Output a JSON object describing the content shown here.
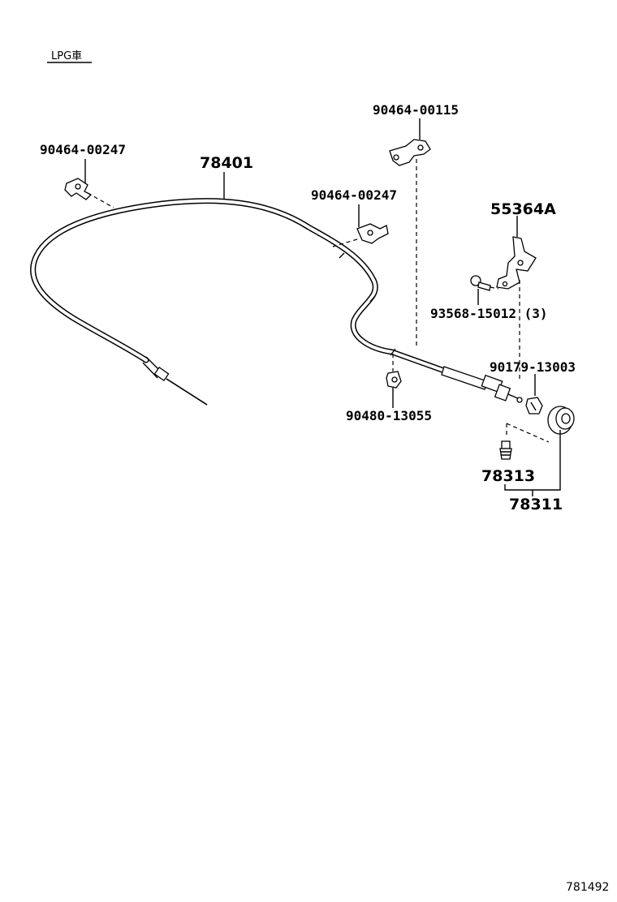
{
  "header": {
    "label": "LPG車"
  },
  "parts": {
    "p78401": "78401",
    "p90464_00247_left": "90464-00247",
    "p90464_00247_mid": "90464-00247",
    "p90464_00115": "90464-00115",
    "p55364A": "55364A",
    "p93568_15012": "93568-15012 (3)",
    "p90179_13003": "90179-13003",
    "p90480_13055": "90480-13055",
    "p78313": "78313",
    "p78311": "78311"
  },
  "footer": {
    "diagram_id": "781492"
  }
}
